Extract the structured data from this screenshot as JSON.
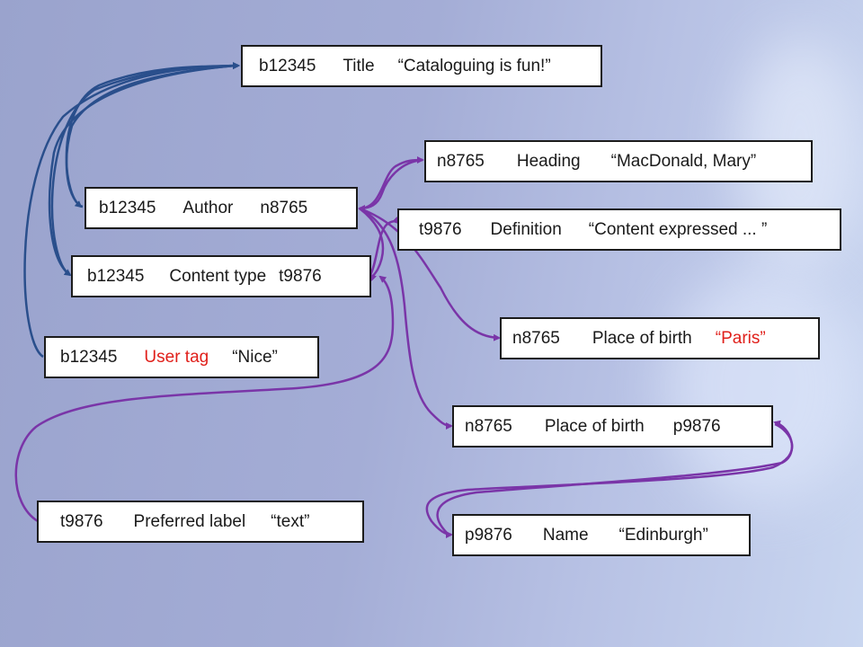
{
  "colors": {
    "box_border": "#1c1c1c",
    "blue_arrow": "#2a4f8c",
    "purple_arrow": "#7a35a8",
    "highlight": "#e0201b"
  },
  "boxes": {
    "title": {
      "id": "b12345",
      "property": "Title",
      "value": "“Cataloguing is fun!”"
    },
    "heading": {
      "id": "n8765",
      "property": "Heading",
      "value": "“MacDonald, Mary”"
    },
    "author": {
      "id": "b12345",
      "property": "Author",
      "value": "n8765"
    },
    "definition": {
      "id": "t9876",
      "property": "Definition",
      "value": "“Content expressed ... ”"
    },
    "content_type": {
      "id": "b12345",
      "property": "Content type",
      "value": "t9876"
    },
    "place_paris": {
      "id": "n8765",
      "property": "Place of birth",
      "value": "“Paris”"
    },
    "user_tag": {
      "id": "b12345",
      "property": "User tag",
      "value": "“Nice”"
    },
    "place_p9876": {
      "id": "n8765",
      "property": "Place of birth",
      "value": "p9876"
    },
    "preferred_label": {
      "id": "t9876",
      "property": "Preferred label",
      "value": "“text”"
    },
    "name": {
      "id": "p9876",
      "property": "Name",
      "value": "“Edinburgh”"
    }
  }
}
